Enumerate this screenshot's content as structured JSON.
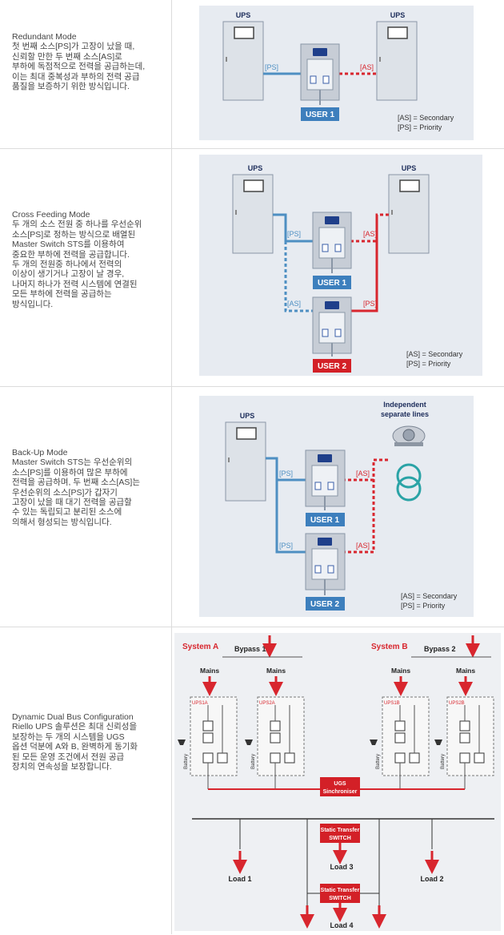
{
  "modes": [
    {
      "title": "Redundant Mode",
      "body": "첫 번째 소스[PS]가 고장이 났을 때,\n신뢰할 만한 두 번째 소스[AS]로\n부하에 독점적으로 전력을 공급하는데,\n이는 최대 중복성과 부하의 전력 공급\n품질을 보증하기 위한 방식입니다."
    },
    {
      "title": "Cross Feeding Mode",
      "body": "두 개의 소스 전원 중 하나를 우선순위\n소스[PS]로 정하는 방식으로 배열된\nMaster Switch STS를 이용하여\n중요한 부하에 전력을 공급합니다.\n두 개의 전원중 하나에서 전력의\n이상이 생기거나 고장이 날 경우,\n나머지 하나가 전력 시스템에 연결된\n모든 부하에 전력을 공급하는\n방식입니다."
    },
    {
      "title": "Back-Up Mode",
      "body": "Master Switch STS는 우선순위의\n소스[PS]를 이용하여 많은 부하에\n전력을 공급하며, 두 번째 소스[AS]는\n우선순위의 소스[PS]가 갑자기\n고장이 났을 때 대기 전력을 공급할\n수 있는 독립되고 분리된 소스에\n의해서 형성되는 방식입니다."
    },
    {
      "title": "Dynamic Dual Bus Configuration",
      "body": "Riello UPS 솔루션은 최대 신뢰성을\n보장하는 두 개의 시스템을 UGS\n옵션 덕분에 A와 B, 완벽하게 동기화\n된 모든 운영 조건에서 전원 공급\n장치의 연속성을 보장합니다."
    }
  ],
  "diagram_labels": {
    "ups": "UPS",
    "ps": "[PS]",
    "as": "[AS]",
    "user1": "USER 1",
    "user2": "USER 2",
    "legend_as": "[AS] = Secondary",
    "legend_ps": "[PS] = Priority",
    "independent_line1": "Independent",
    "independent_line2": "separate lines"
  },
  "dual_bus": {
    "system_a": "System A",
    "system_b": "System B",
    "bypass1": "Bypass 1",
    "bypass2": "Bypass 2",
    "mains": "Mains",
    "ups1a": "UPS1A",
    "ups2a": "UPS2A",
    "ups1b": "UPS1B",
    "ups2b": "UPS2B",
    "battery": "Battery",
    "ugs1": "UGS",
    "ugs2": "Sinchroniser",
    "sts1": "Static Transfer",
    "sts2": "SWITCH",
    "load1": "Load 1",
    "load2": "Load 2",
    "load3": "Load 3",
    "load4": "Load 4"
  },
  "colors": {
    "blue_line": "#4e8fc2",
    "red_line": "#d8262e",
    "user_blue": "#3d7fbd",
    "user_red": "#d32027",
    "cabinet": "#dde2e8",
    "panel_bg": "#e7ebf1"
  }
}
